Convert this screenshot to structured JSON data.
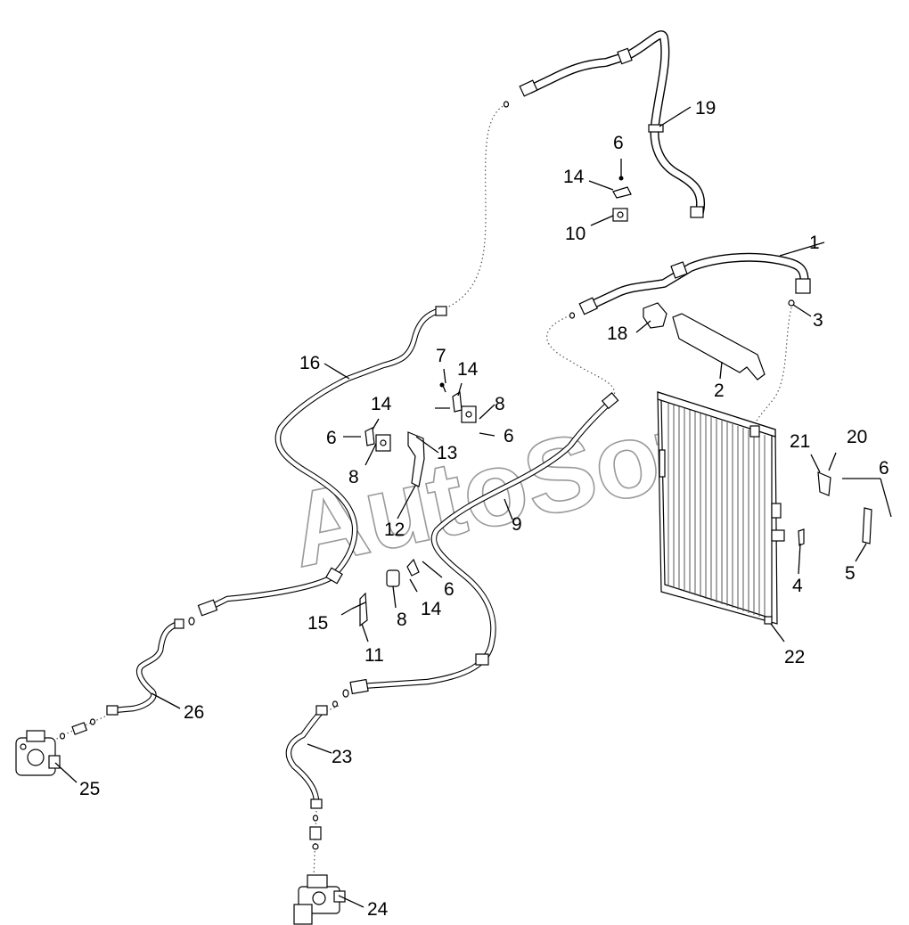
{
  "watermark": "AutoSoft",
  "callouts": {
    "c1": "1",
    "c2": "2",
    "c3": "3",
    "c4": "4",
    "c5": "5",
    "c6a": "6",
    "c6b": "6",
    "c6c": "6",
    "c6d": "6",
    "c6e": "6",
    "c7": "7",
    "c8a": "8",
    "c8b": "8",
    "c8c": "8",
    "c9": "9",
    "c10": "10",
    "c11": "11",
    "c12": "12",
    "c13": "13",
    "c14a": "14",
    "c14b": "14",
    "c14c": "14",
    "c14d": "14",
    "c15": "15",
    "c16": "16",
    "c18": "18",
    "c19": "19",
    "c20": "20",
    "c21": "21",
    "c22": "22",
    "c23": "23",
    "c24": "24",
    "c25": "25",
    "c26": "26"
  }
}
